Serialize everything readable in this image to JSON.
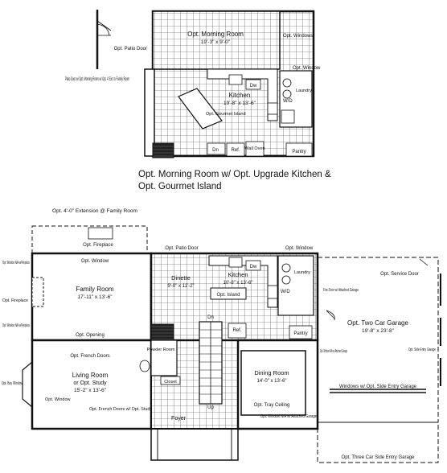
{
  "upper_plan": {
    "morning_room": "Opt. Morning Room",
    "morning_room_dim": "19'-3\" x 9'-0\"",
    "patio_door": "Opt. Patio Door",
    "windows": "Opt. Windows",
    "window": "Opt. Window",
    "kitchen": "Kitchen",
    "kitchen_dim": "19'-8\" x 13'-6\"",
    "gourmet_island": "Opt. Gourmet Island",
    "dw": "Dw",
    "wd": "W/D",
    "laundry": "Laundry",
    "dn": "Dn",
    "ref": "Ref.",
    "wall_oven": "Wall Oven",
    "pantry": "Pantry"
  },
  "detail_note": "Patio Door w/ Opt. Morning Room w/ Opt. 4' Ext. to Family Room",
  "caption_line1": "Opt. Morning Room w/ Opt. Upgrade Kitchen &",
  "caption_line2": "Opt. Gourmet Island",
  "main_plan": {
    "extension": "Opt. 4'-0\" Extension @ Family Room",
    "fireplace_top": "Opt. Fireplace",
    "patio_door": "Opt. Patio Door",
    "window_top": "Opt. Window",
    "window_family": "Opt. Window",
    "window_na_left_top": "Opt. Window N/A w/Fireplace",
    "fireplace_left": "Opt. Fireplace",
    "window_na_left_bottom": "Opt. Window N/A w/Fireplace",
    "family_room": "Family Room",
    "family_room_dim": "17'-11\" x 13'-6\"",
    "dinette": "Dinette",
    "dinette_dim": "9'-0\" x 11'-2\"",
    "kitchen": "Kitchen",
    "kitchen_dim": "10'-8\" x 13'-6\"",
    "dw": "Dw",
    "wd": "W/D",
    "laundry": "Laundry",
    "island": "Opt. Island",
    "ref": "Ref.",
    "dn": "Dn",
    "pantry": "Pantry",
    "opening": "Opt. Opening",
    "french_doors": "Opt. French Doors",
    "powder_room": "Powder Room",
    "closet": "Closet",
    "up": "Up",
    "living_room": "Living Room",
    "living_room_alt": "or Opt. Study",
    "living_room_dim": "15'-2\" x 13'-6\"",
    "bay_window": "Opt. Bay Window",
    "window_living": "Opt. Window",
    "french_doors_study": "Opt. French Doors w/ Opt. Study",
    "foyer": "Foyer",
    "dining_room": "Dining Room",
    "dining_room_dim": "14'-0\" x 13'-6\"",
    "tray_ceiling": "Opt. Tray Ceiling",
    "window_na_attached": "Opt. Window N/A w/ Attached Garage",
    "window_na_garage": "Opt. Window N/A w/ Attached Garage",
    "fire_door": "Fire Door w/ Attached Garage",
    "service_door": "Opt. Service Door",
    "garage": "Opt. Two Car Garage",
    "garage_dim": "19'-8\" x 23'-8\"",
    "side_entry": "Opt. Side Entry Garage",
    "windows_side_entry": "Windows w/ Opt. Side Entry Garage",
    "three_car": "Opt. Three Car Side Entry Garage"
  }
}
